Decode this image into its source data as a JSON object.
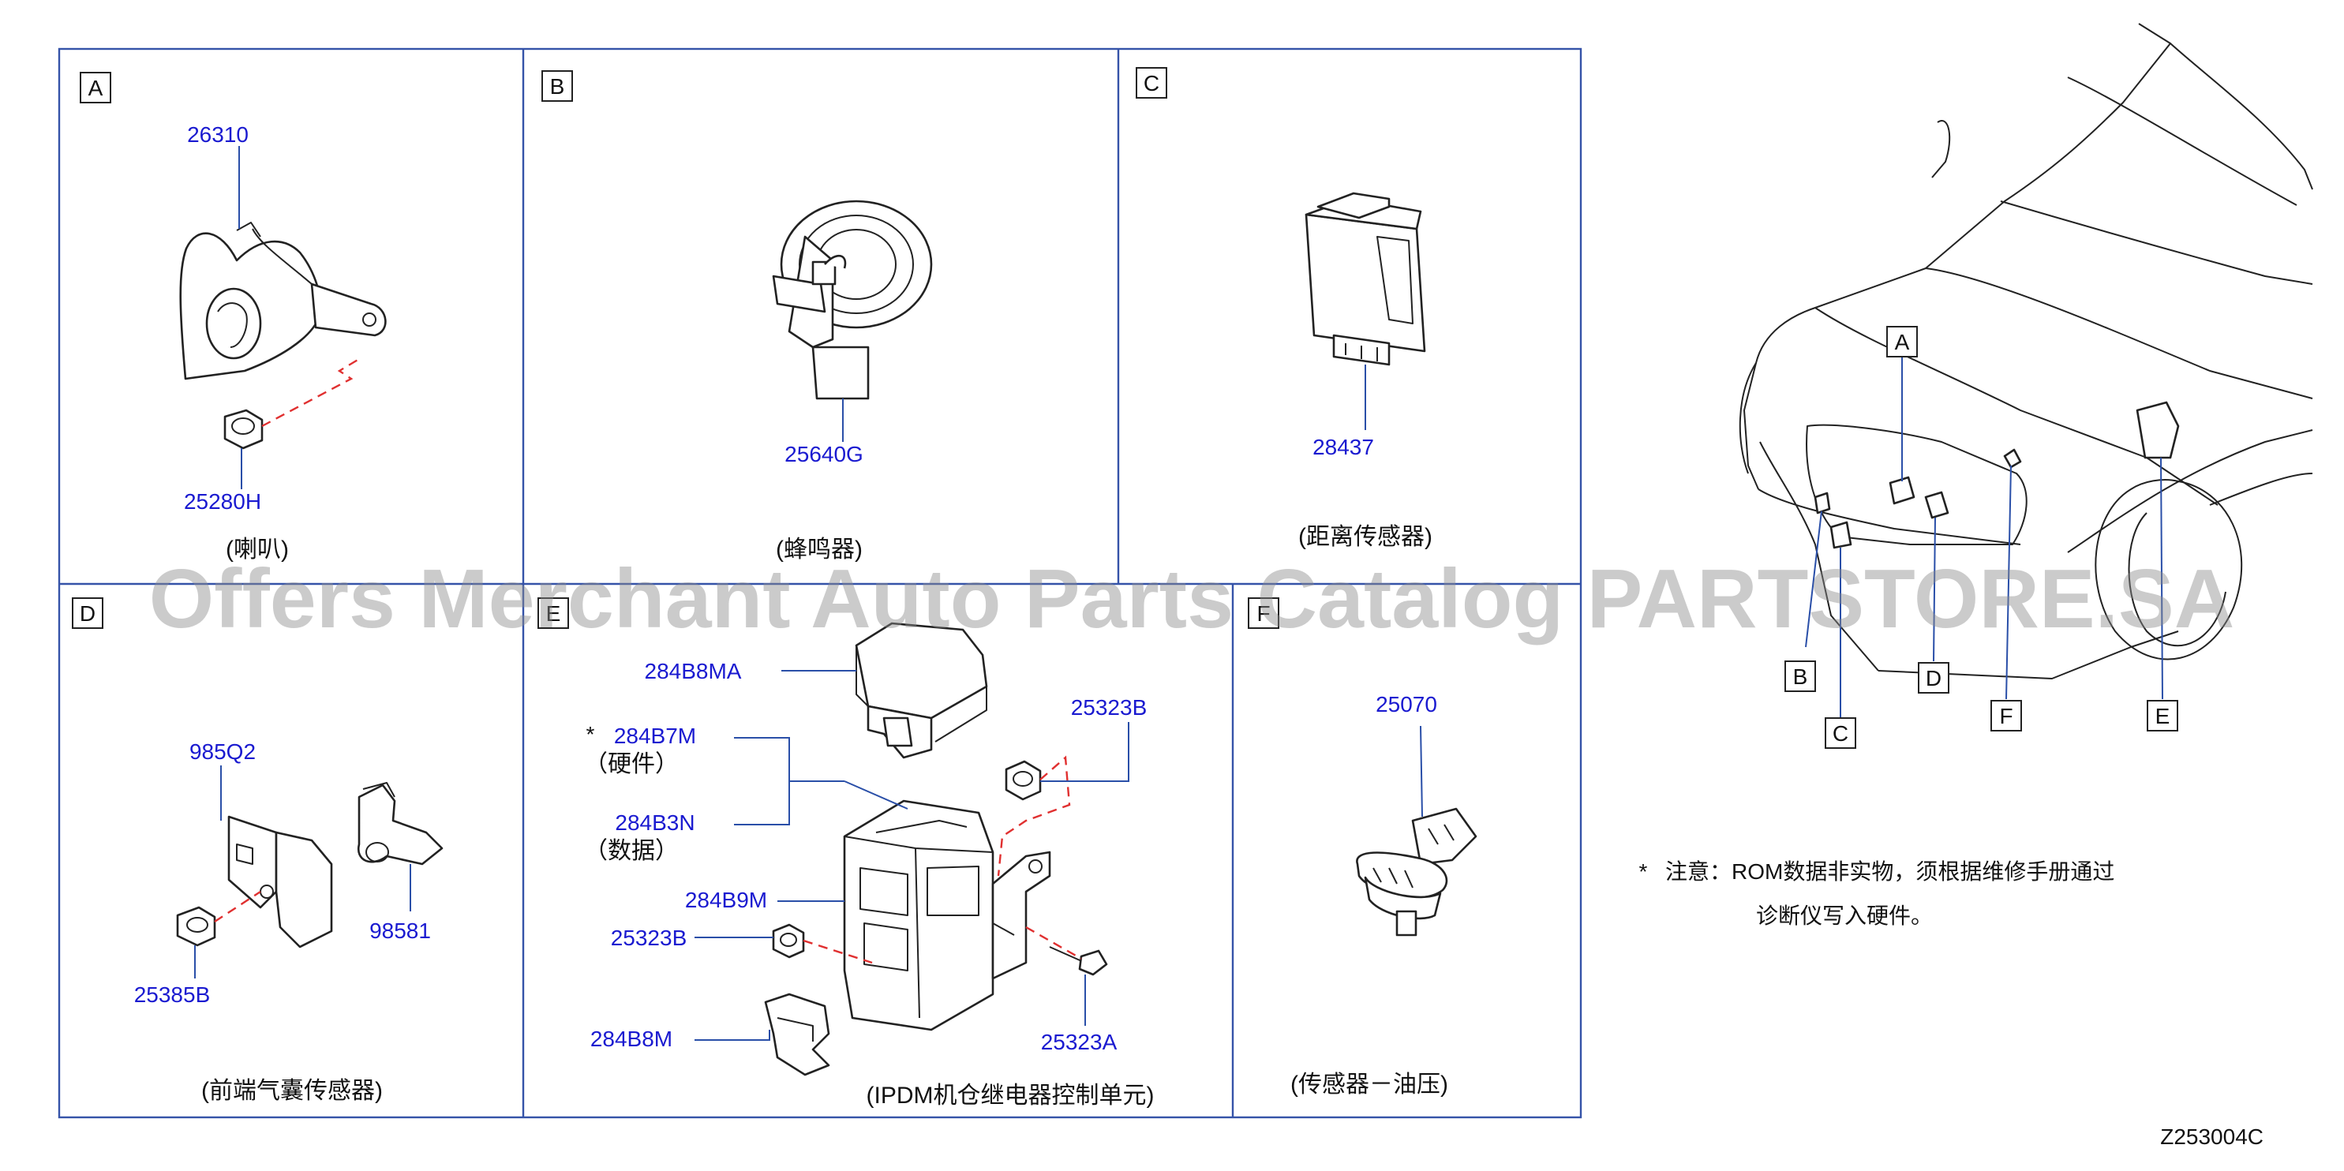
{
  "panels": [
    {
      "letter": "A",
      "caption": "(喇叭)",
      "parts": [
        "26310",
        "25280H"
      ]
    },
    {
      "letter": "B",
      "caption": "(蜂鸣器)",
      "parts": [
        "25640G"
      ]
    },
    {
      "letter": "C",
      "caption": "(距离传感器)",
      "parts": [
        "28437"
      ]
    },
    {
      "letter": "D",
      "caption": "(前端气囊传感器)",
      "parts": [
        "985Q2",
        "98581",
        "25385B"
      ]
    },
    {
      "letter": "E",
      "caption": "(IPDM机仓继电器控制单元)",
      "parts": [
        "284B8MA",
        "284B7M",
        "284B3N",
        "25323B",
        "284B9M",
        "25323B",
        "284B8M",
        "25323A"
      ]
    },
    {
      "letter": "F",
      "caption": "(传感器－油压)",
      "parts": [
        "25070"
      ]
    }
  ],
  "panel_e_notes": {
    "star": "*",
    "hardware": "（硬件）",
    "data": "（数据）"
  },
  "vehicle_tags": [
    "A",
    "B",
    "C",
    "D",
    "F",
    "E"
  ],
  "footnote": {
    "star": "*",
    "line1": "注意：ROM数据非实物，须根据维修手册通过",
    "line2": "诊断仪写入硬件。"
  },
  "watermark": "Offers Merchant Auto Parts Catalog PARTSTORE.SA",
  "diagram_code": "Z253004C",
  "colors": {
    "part_number": "#1a1ad0",
    "frame": "#3553a8",
    "leader": "#2a4fa8",
    "dashed_link": "#e03030"
  }
}
